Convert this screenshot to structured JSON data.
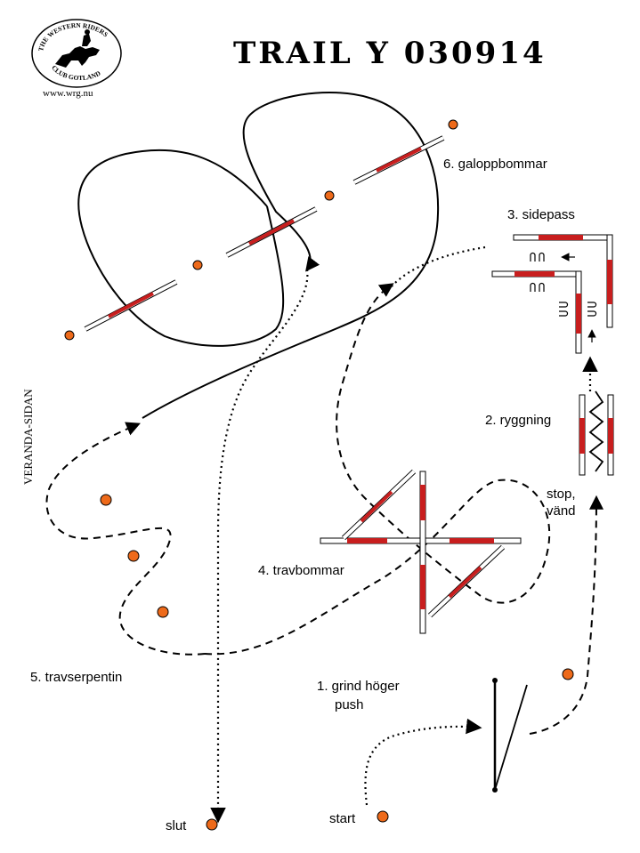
{
  "header": {
    "logo_top_text": "THE WESTERN RIDERS",
    "logo_bottom_text": "CLUB GOTLAND",
    "url": "www.wrg.nu",
    "title": "TRAIL Y 030914"
  },
  "side_label": "VERANDA-SIDAN",
  "stations": {
    "s1_line1": "1. grind höger",
    "s1_line2": "push",
    "s2": "2. ryggning",
    "s3": "3. sidepass",
    "s4": "4. travbommar",
    "s5": "5. travserpentin",
    "s6": "6. galoppbommar",
    "stop_line1": "stop,",
    "stop_line2": "vänd",
    "start": "start",
    "finish": "slut"
  },
  "colors": {
    "cone": "#ee6a1a",
    "pole_stripe": "#c81e1e",
    "line": "#000000"
  },
  "icons": [
    "horse-rider-logo",
    "arrow-icon",
    "cone-icon",
    "pole-icon",
    "hoof-print-icon"
  ]
}
